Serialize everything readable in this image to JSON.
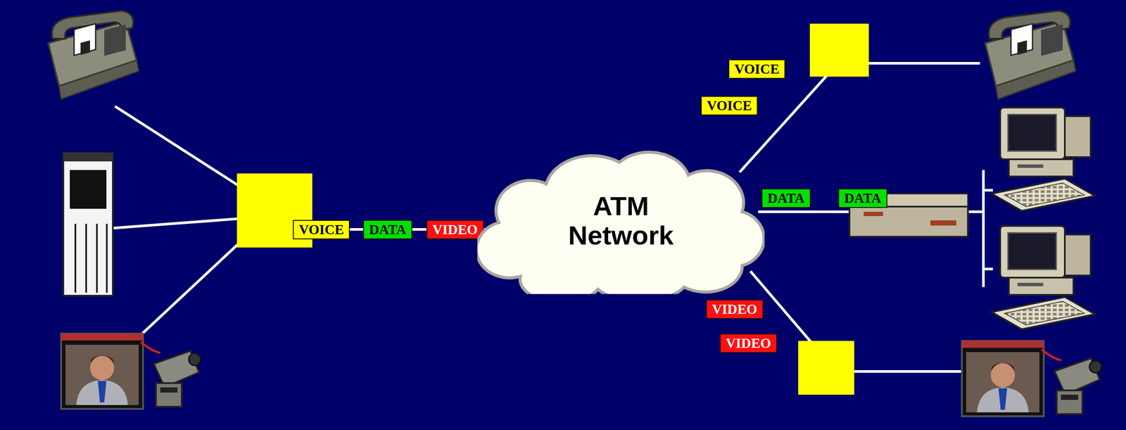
{
  "diagram": {
    "nodes": [
      {
        "text": [
          "VOICE"
        ]
      },
      {
        "text": [
          "DATA"
        ]
      },
      {
        "text": [
          "VIDEO"
        ]
      },
      {
        "text": [
          "ATM Network"
        ]
      },
      {
        "text": [
          "VOICE"
        ]
      },
      {
        "text": [
          "VOICE"
        ]
      },
      {
        "text": [
          "DATA"
        ]
      },
      {
        "text": [
          "DATA"
        ]
      },
      {
        "text": [
          "VIDEO"
        ]
      },
      {
        "text": [
          "VIDEO"
        ]
      }
    ]
  }
}
